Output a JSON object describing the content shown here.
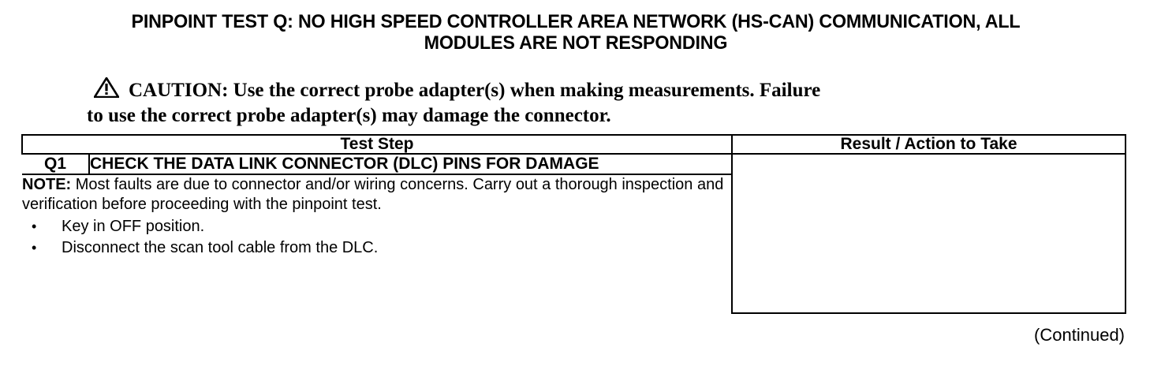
{
  "document": {
    "title_line1": "PINPOINT TEST  Q: NO HIGH SPEED CONTROLLER AREA NETWORK (HS-CAN) COMMUNICATION, ALL",
    "title_line2": "MODULES ARE NOT RESPONDING",
    "footer": "(Continued)"
  },
  "caution": {
    "icon": "warning-triangle-icon",
    "line1": "CAUTION: Use the correct probe adapter(s) when making measurements. Failure",
    "line2": "to use the correct probe adapter(s) may damage the connector."
  },
  "table": {
    "headers": {
      "test_step": "Test Step",
      "result_action": "Result / Action to Take"
    },
    "rows": [
      {
        "id": "Q1",
        "title": "CHECK THE DATA LINK CONNECTOR (DLC) PINS FOR DAMAGE",
        "result": ""
      }
    ],
    "note": {
      "label": "NOTE:",
      "body": " Most faults are due to connector and/or wiring concerns. Carry out a thorough inspection and verification before proceeding with the pinpoint test.",
      "bullets": [
        "Key in OFF position.",
        "Disconnect the scan tool cable from the DLC."
      ],
      "bullet_glyph": "•"
    }
  },
  "colors": {
    "background": "#ffffff",
    "text": "#000000",
    "border": "#000000"
  }
}
